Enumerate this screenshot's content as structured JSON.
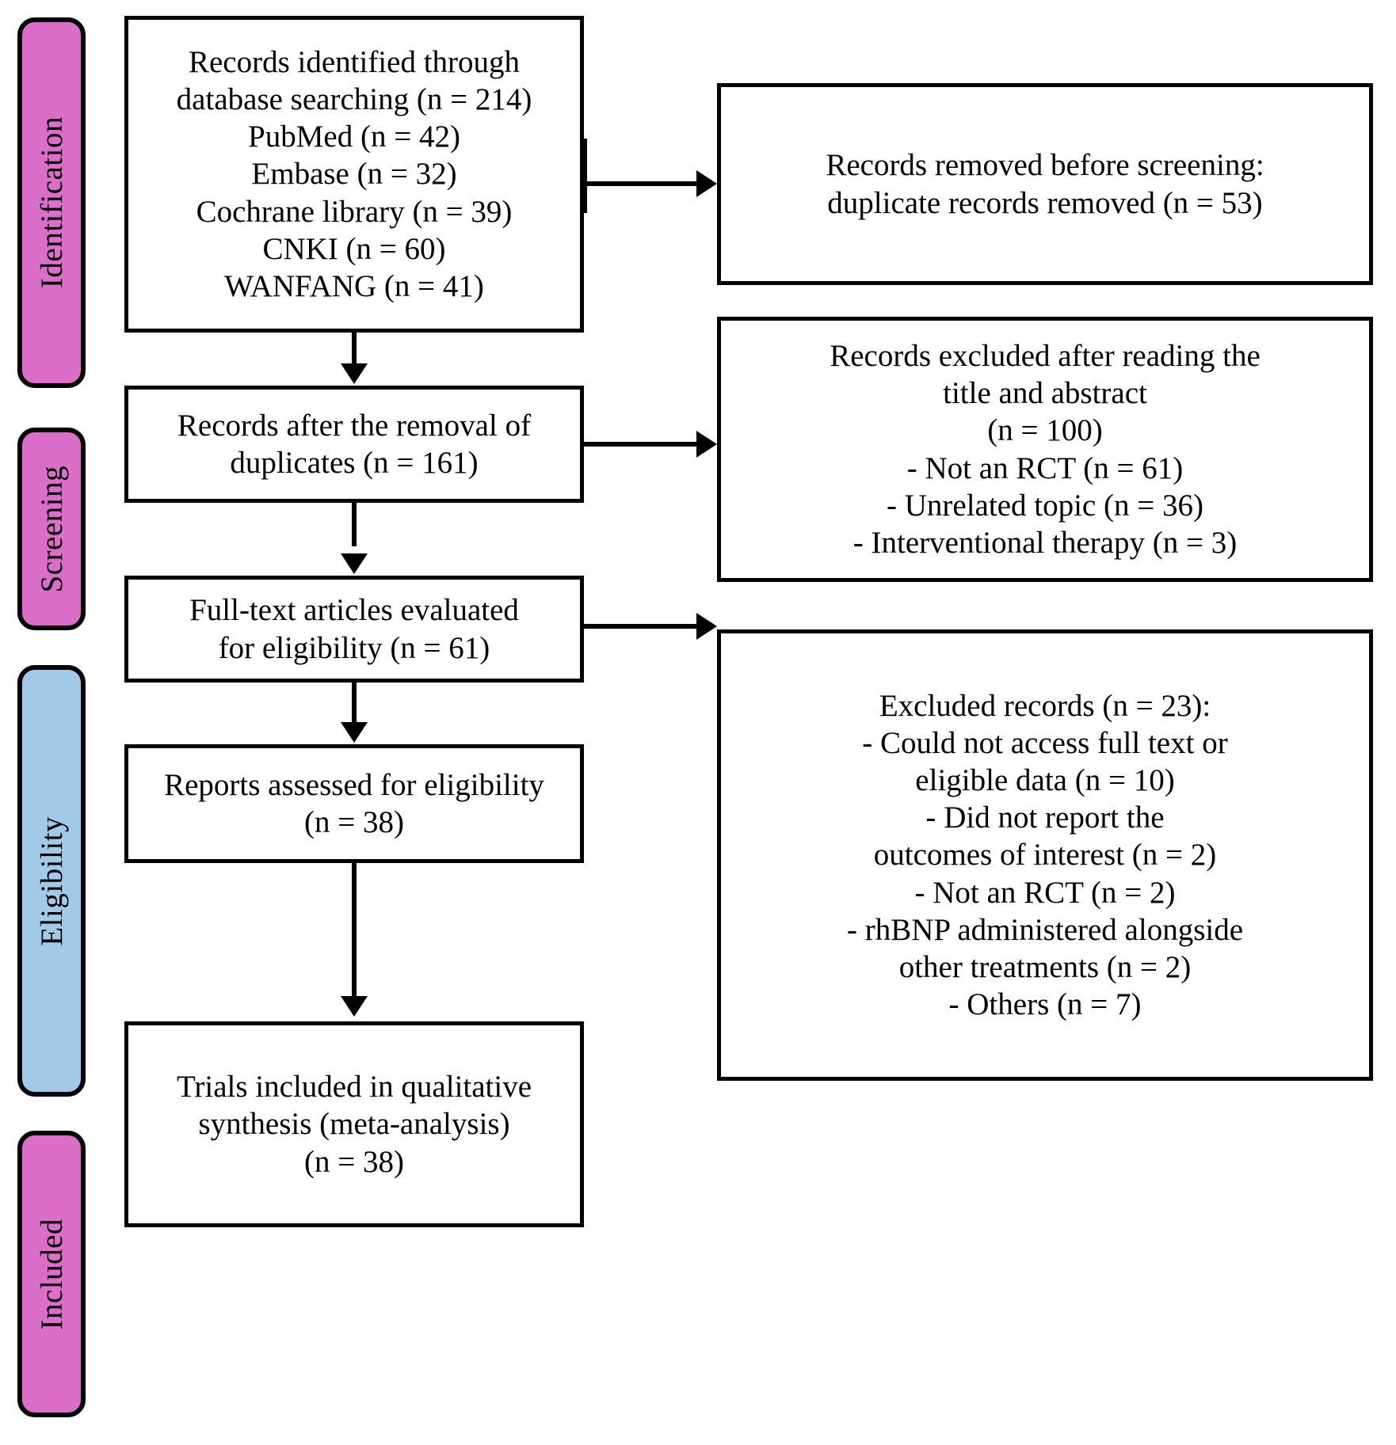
{
  "diagram": {
    "title": "PRISMA study selection flow diagram",
    "colors": {
      "stage_magenta": "#DB6EC8",
      "stage_blue": "#A3C9E8",
      "box_border": "#000000",
      "box_fill": "#FFFFFF",
      "text": "#000000"
    }
  },
  "stages": [
    {
      "id": "identification",
      "label": "Identification",
      "color": "#DB6EC8"
    },
    {
      "id": "screening",
      "label": "Screening",
      "color": "#DB6EC8"
    },
    {
      "id": "eligibility",
      "label": "Eligibility",
      "color": "#A3C9E8"
    },
    {
      "id": "included",
      "label": "Included",
      "color": "#DB6EC8"
    }
  ],
  "boxes": {
    "identified": {
      "text": "Records identified through\ndatabase searching (n = 214)\nPubMed (n = 42)\nEmbase (n = 32)\nCochrane library (n = 39)\nCNKI (n = 60)\nWANFANG (n = 41)"
    },
    "duplicates_removed": {
      "text": "Records removed before screening:\nduplicate records removed (n = 53)"
    },
    "after_duplicates": {
      "text": "Records after the removal of\nduplicates (n = 161)"
    },
    "excluded_title_abstract": {
      "text": "Records excluded after reading the\ntitle and abstract\n(n = 100)\n- Not an RCT (n = 61)\n- Unrelated topic (n = 36)\n- Interventional therapy (n = 3)"
    },
    "full_text_evaluated": {
      "text": "Full-text articles evaluated\nfor eligibility (n = 61)"
    },
    "excluded_records": {
      "text": "Excluded records (n = 23):\n- Could not access full text or\neligible data (n = 10)\n- Did not report the\noutcomes of interest (n = 2)\n- Not an RCT (n = 2)\n- rhBNP administered alongside\nother treatments (n = 2)\n- Others (n = 7)"
    },
    "reports_assessed": {
      "text": "Reports assessed for eligibility\n(n = 38)"
    },
    "included_trials": {
      "text": "Trials included in qualitative\nsynthesis (meta-analysis)\n(n = 38)"
    }
  },
  "counts": {
    "records_identified_total": 214,
    "pubmed": 42,
    "embase": 32,
    "cochrane_library": 39,
    "cnki": 60,
    "wanfang": 41,
    "duplicates_removed": 53,
    "records_after_duplicates": 161,
    "excluded_title_abstract_total": 100,
    "excluded_not_rct_screen": 61,
    "excluded_unrelated_topic": 36,
    "excluded_interventional_therapy": 3,
    "full_text_evaluated": 61,
    "excluded_full_text_total": 23,
    "excluded_no_full_text_or_data": 10,
    "excluded_no_outcomes": 2,
    "excluded_not_rct_fulltext": 2,
    "excluded_rhbnp_alongside": 2,
    "excluded_others": 7,
    "reports_assessed": 38,
    "trials_included": 38
  }
}
